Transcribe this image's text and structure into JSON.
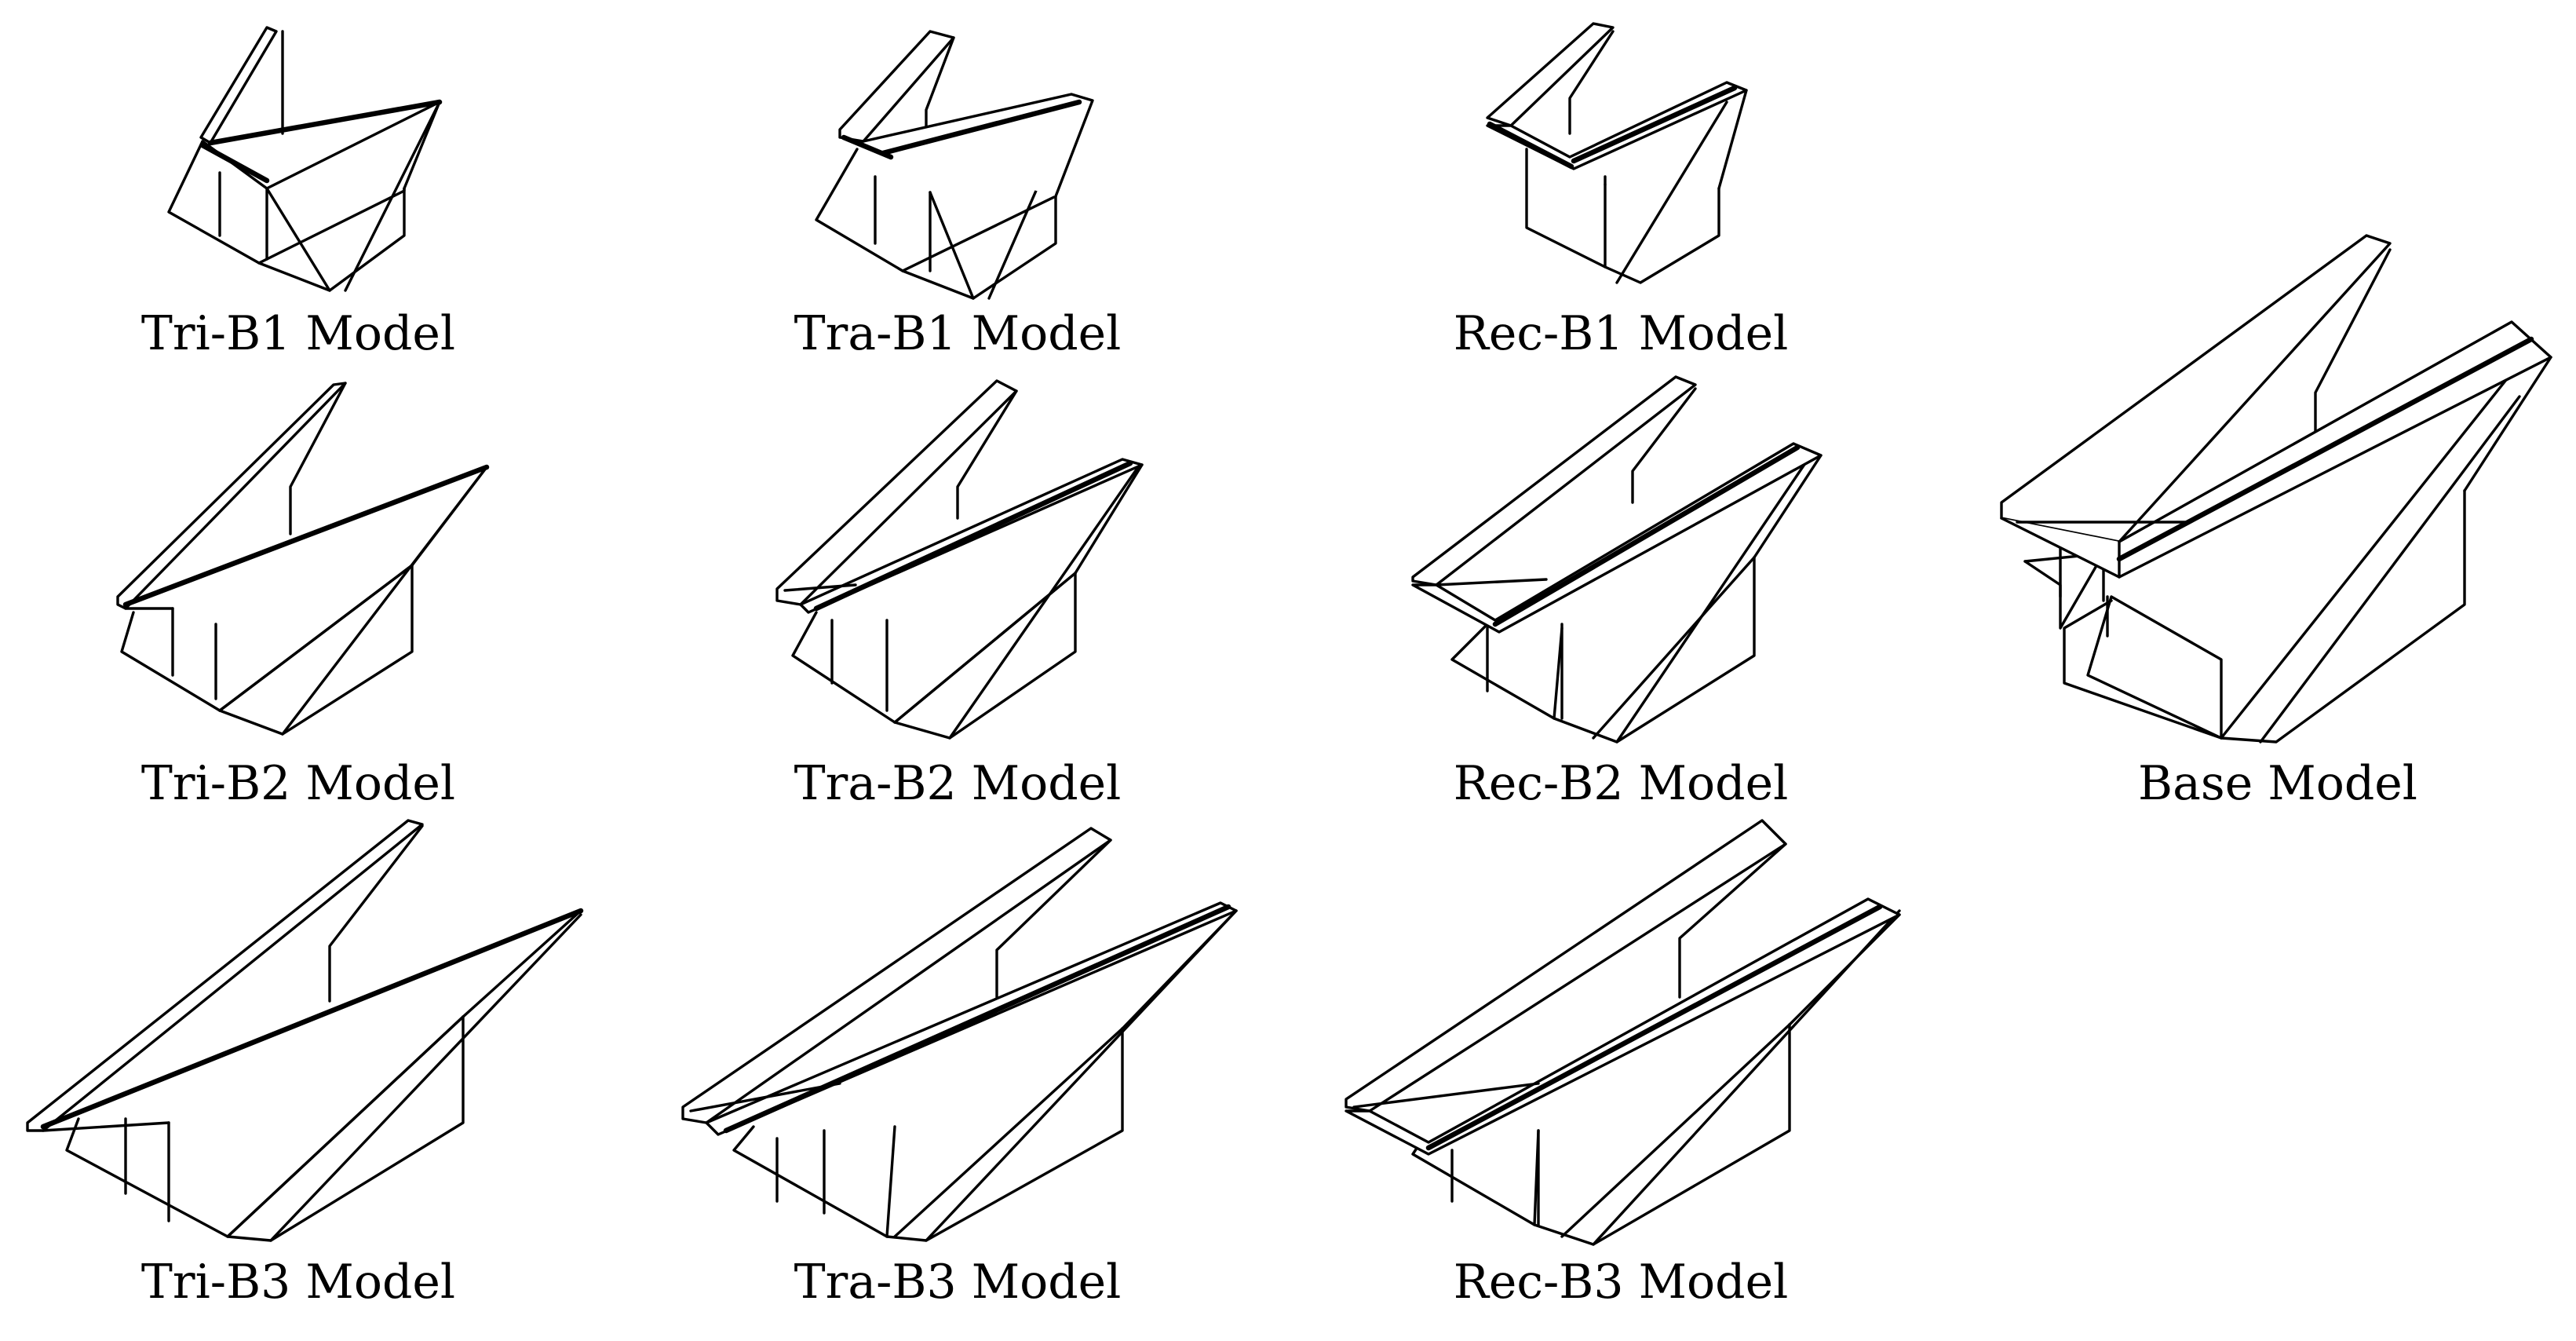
{
  "figure": {
    "models": [
      {
        "id": "tri-b1",
        "label": "Tri-B1 Model",
        "trench_profile": "triangular",
        "bend_level": "B1"
      },
      {
        "id": "tra-b1",
        "label": "Tra-B1 Model",
        "trench_profile": "trapezoidal",
        "bend_level": "B1"
      },
      {
        "id": "rec-b1",
        "label": "Rec-B1 Model",
        "trench_profile": "rectangular",
        "bend_level": "B1"
      },
      {
        "id": "tri-b2",
        "label": "Tri-B2 Model",
        "trench_profile": "triangular",
        "bend_level": "B2"
      },
      {
        "id": "tra-b2",
        "label": "Tra-B2 Model",
        "trench_profile": "trapezoidal",
        "bend_level": "B2"
      },
      {
        "id": "rec-b2",
        "label": "Rec-B2 Model",
        "trench_profile": "rectangular",
        "bend_level": "B2"
      },
      {
        "id": "base",
        "label": "Base Model",
        "trench_profile": "rectangular",
        "bend_level": "base"
      },
      {
        "id": "tri-b3",
        "label": "Tri-B3 Model",
        "trench_profile": "triangular",
        "bend_level": "B3"
      },
      {
        "id": "tra-b3",
        "label": "Tra-B3 Model",
        "trench_profile": "trapezoidal",
        "bend_level": "B3"
      },
      {
        "id": "rec-b3",
        "label": "Rec-B3 Model",
        "trench_profile": "rectangular",
        "bend_level": "B3"
      }
    ],
    "colors": {
      "stroke": "#000000",
      "background": "#ffffff"
    }
  }
}
